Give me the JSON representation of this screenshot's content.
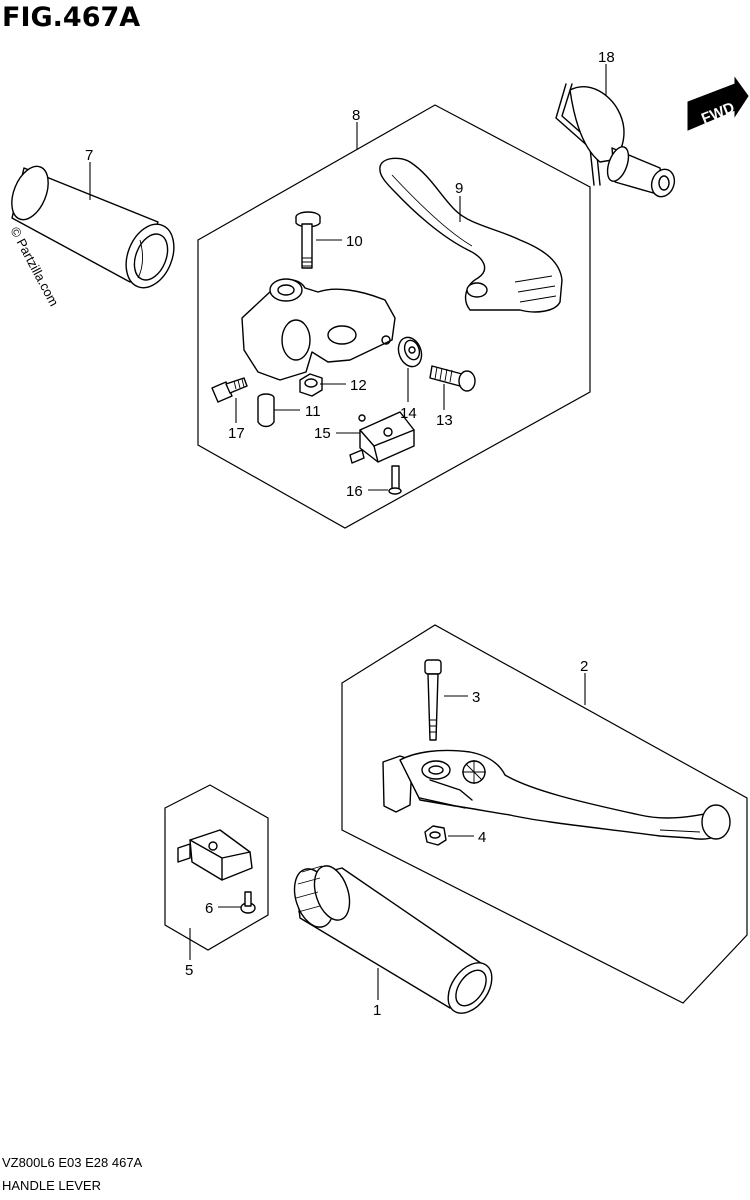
{
  "figure": {
    "title": "FIG.467A",
    "model_code": "VZ800L6  E03  E28  467A",
    "name": "HANDLE LEVER",
    "watermark": "© Partzilla.com",
    "direction_label": "FWD"
  },
  "callouts": [
    {
      "id": "c1",
      "label": "1"
    },
    {
      "id": "c2",
      "label": "2"
    },
    {
      "id": "c3",
      "label": "3"
    },
    {
      "id": "c4",
      "label": "4"
    },
    {
      "id": "c5",
      "label": "5"
    },
    {
      "id": "c6",
      "label": "6"
    },
    {
      "id": "c7",
      "label": "7"
    },
    {
      "id": "c8",
      "label": "8"
    },
    {
      "id": "c9",
      "label": "9"
    },
    {
      "id": "c10",
      "label": "10"
    },
    {
      "id": "c11",
      "label": "11"
    },
    {
      "id": "c12",
      "label": "12"
    },
    {
      "id": "c13",
      "label": "13"
    },
    {
      "id": "c14",
      "label": "14"
    },
    {
      "id": "c15",
      "label": "15"
    },
    {
      "id": "c16",
      "label": "16"
    },
    {
      "id": "c17",
      "label": "17"
    },
    {
      "id": "c18",
      "label": "18"
    }
  ]
}
